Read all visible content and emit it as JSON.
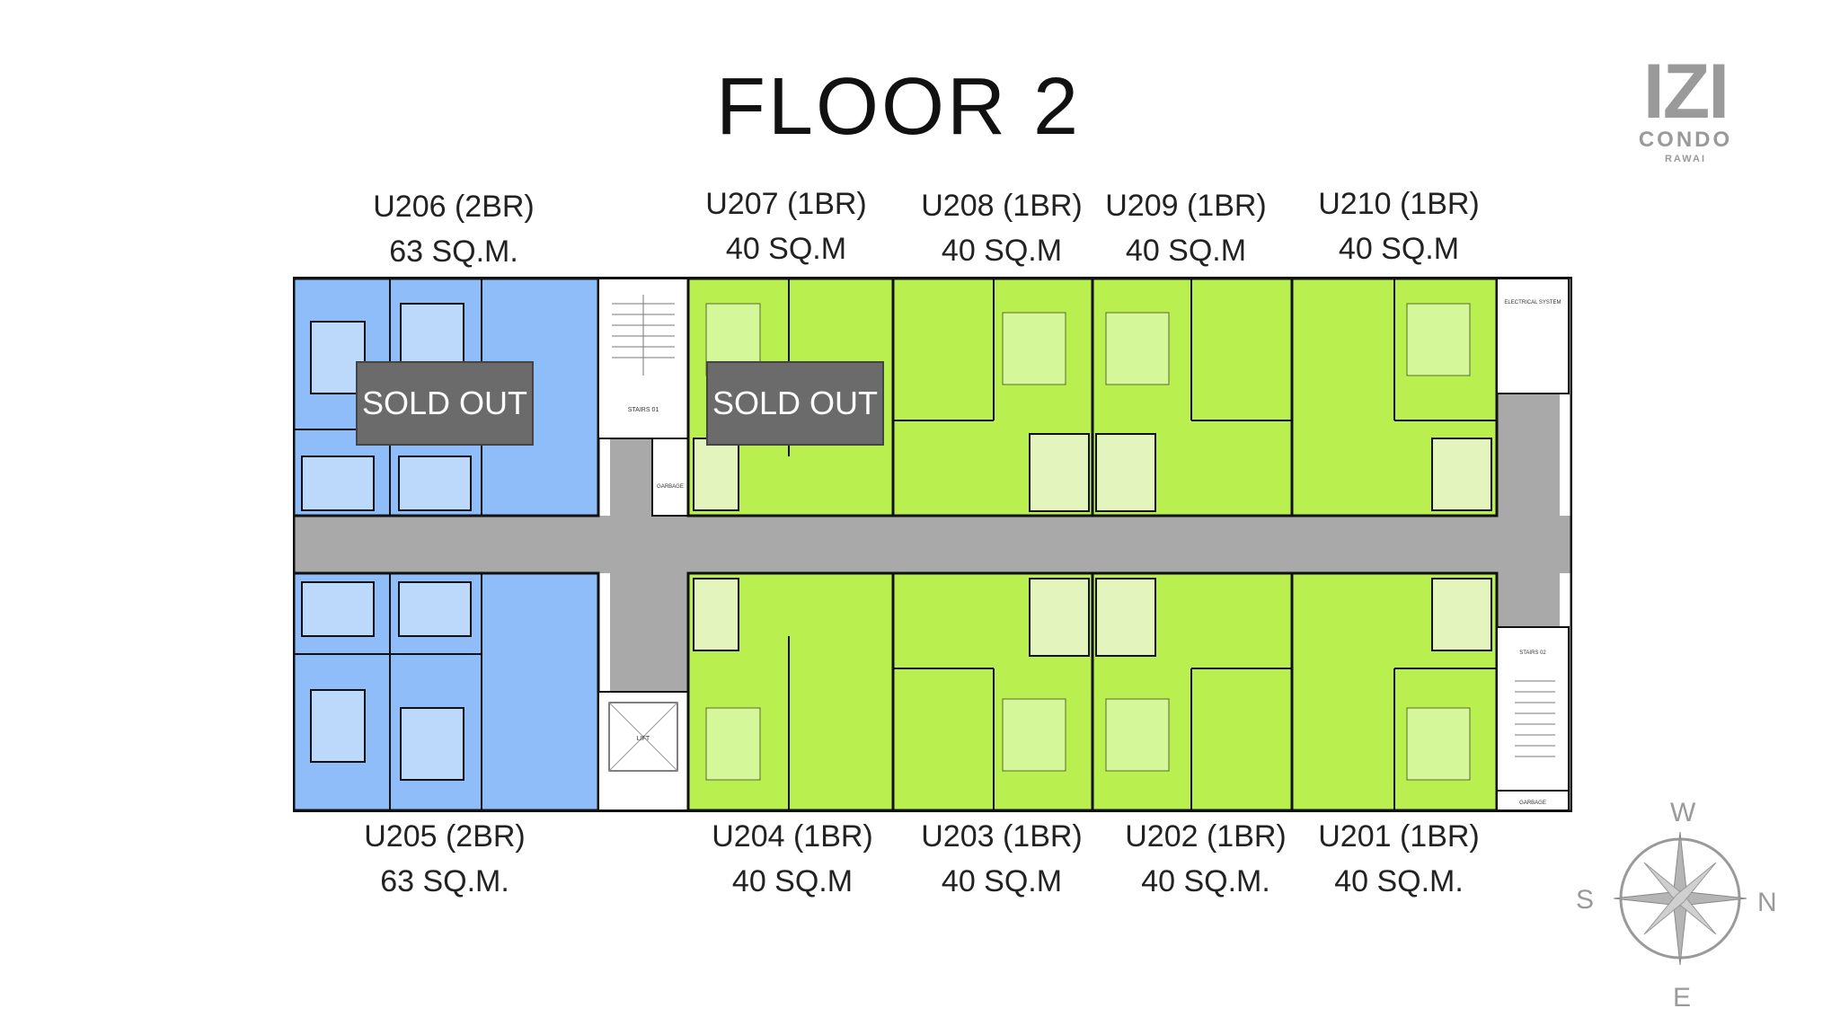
{
  "title": "FLOOR 2",
  "logo": {
    "name": "IZI",
    "sub": "CONDO",
    "place": "RAWAI"
  },
  "units_top": [
    {
      "id": "U206 (2BR)",
      "area": "63 SQ.M."
    },
    {
      "id": "U207 (1BR)",
      "area": "40 SQ.M"
    },
    {
      "id": "U208 (1BR)",
      "area": "40 SQ.M"
    },
    {
      "id": "U209 (1BR)",
      "area": "40 SQ.M"
    },
    {
      "id": "U210 (1BR)",
      "area": "40 SQ.M"
    }
  ],
  "units_bottom": [
    {
      "id": "U205 (2BR)",
      "area": "63 SQ.M."
    },
    {
      "id": "U204 (1BR)",
      "area": "40 SQ.M"
    },
    {
      "id": "U203 (1BR)",
      "area": "40 SQ.M"
    },
    {
      "id": "U202 (1BR)",
      "area": "40 SQ.M."
    },
    {
      "id": "U201 (1BR)",
      "area": "40 SQ.M."
    }
  ],
  "sold_out": [
    "SOLD OUT",
    "SOLD OUT"
  ],
  "plan_labels": {
    "stairs1": "STAIRS 01",
    "stairs2": "STAIRS 02",
    "garbage1": "GARBAGE",
    "garbage2": "GARBAGE",
    "electrical": "ELECTRICAL SYSTEM",
    "lift": "LIFT"
  },
  "compass": {
    "top": "W",
    "left": "S",
    "right": "N",
    "bottom": "E"
  },
  "colors": {
    "two_br": "#8fbdf9",
    "one_br": "#b9f04f",
    "bath": "#e3f5bd",
    "corridor": "#a9a9a9",
    "sold": "#6b6b6b"
  }
}
